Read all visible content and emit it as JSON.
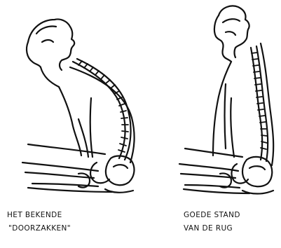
{
  "figure": {
    "left_caption": {
      "line1": "HET BEKENDE",
      "line2": "\"DOORZAKKEN\""
    },
    "right_caption": {
      "line1": "GOEDE STAND",
      "line2": "VAN DE RUG"
    },
    "stroke_color": "#111111",
    "background": "#ffffff"
  }
}
